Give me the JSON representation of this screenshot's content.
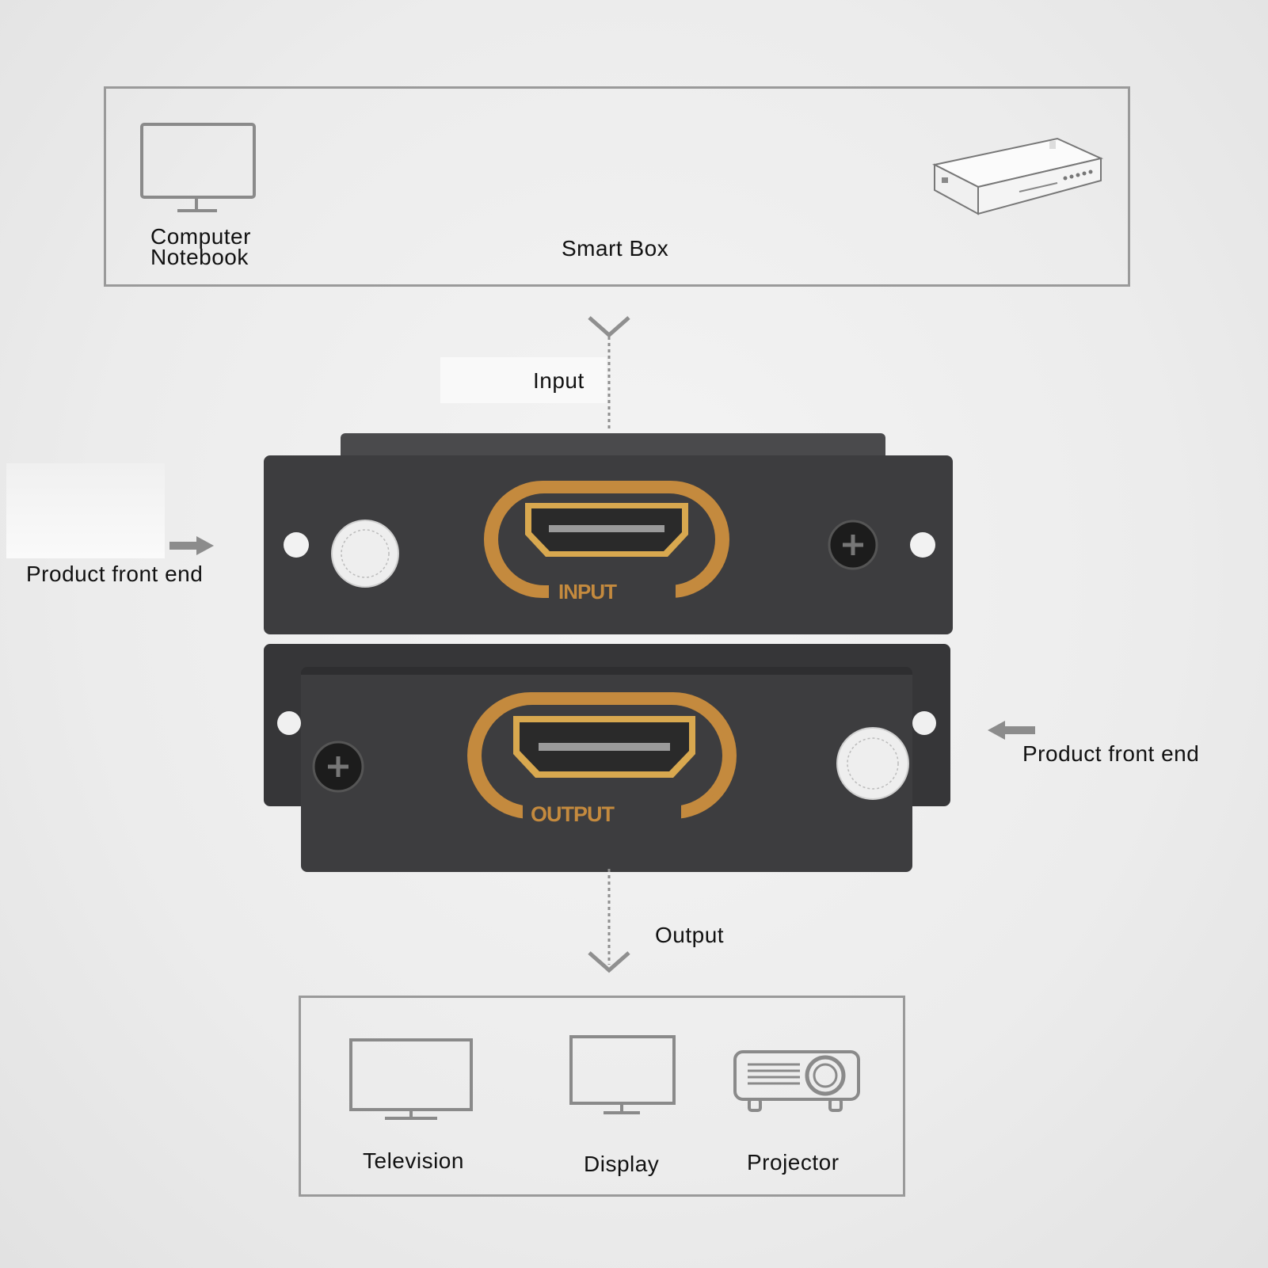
{
  "sources": {
    "computer_label_line1": "Computer",
    "computer_label_line2": "Notebook",
    "smartbox_label": "Smart Box",
    "icons": [
      "monitor-icon",
      "set-top-box-icon"
    ]
  },
  "flow": {
    "input_label": "Input",
    "output_label": "Output"
  },
  "device": {
    "input_port_text": "INPUT",
    "output_port_text": "OUTPUT",
    "front_end_left": "Product front end",
    "front_end_right": "Product front end",
    "colors": {
      "plate": "#3d3d3f",
      "accent": "#c48a3e",
      "port_gold": "#d8a84f"
    }
  },
  "outputs": {
    "television_label": "Television",
    "display_label": "Display",
    "projector_label": "Projector",
    "icons": [
      "television-icon",
      "display-icon",
      "projector-icon"
    ]
  }
}
